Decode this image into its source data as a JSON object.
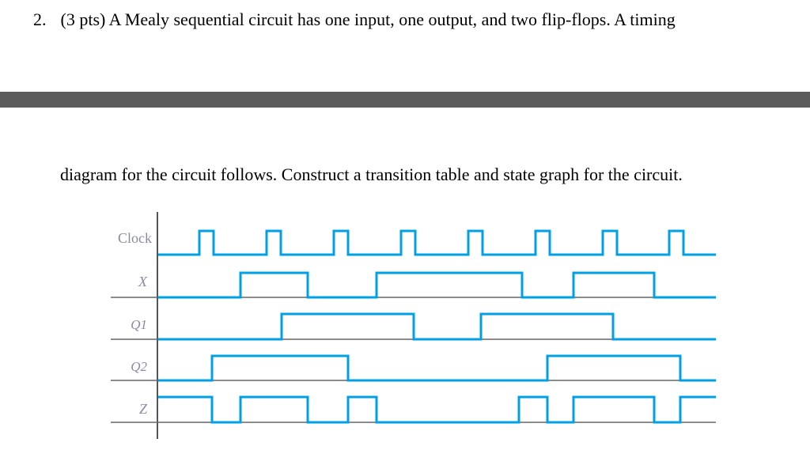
{
  "problem": {
    "number": "2.",
    "line1": "(3 pts) A Mealy sequential circuit has one input, one output, and two flip-flops. A timing",
    "line2": "diagram for the circuit follows. Construct a transition table and state graph for the circuit."
  },
  "timing_diagram": {
    "signals": [
      {
        "label": "Clock",
        "color": "#00a0e6"
      },
      {
        "label": "X",
        "color": "#00a0e6"
      },
      {
        "label": "Q1",
        "color": "#00a0e6"
      },
      {
        "label": "Q2",
        "color": "#00a0e6"
      },
      {
        "label": "Z",
        "color": "#00a0e6"
      }
    ]
  }
}
